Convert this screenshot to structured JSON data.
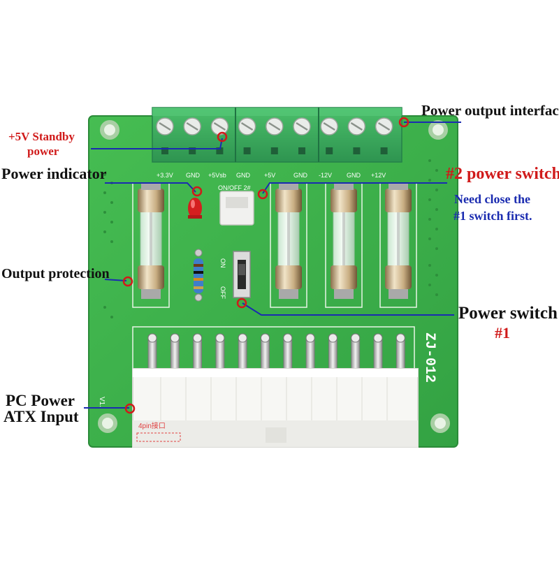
{
  "board": {
    "model": "ZJ-012",
    "connector_note": "4pin接口",
    "switch_on": "ON",
    "switch_off": "OFF",
    "header_label": "ON/OFF 2#",
    "side_mark": "V1.",
    "terminal_labels": [
      "+3.3V",
      "GND",
      "+5Vsb",
      "GND",
      "+5V",
      "GND",
      "-12V",
      "GND",
      "+12V"
    ]
  },
  "callouts": {
    "output_interface": "Power output interface",
    "standby_line1": "+5V Standby",
    "standby_line2": "power",
    "indicator": "Power indicator",
    "switch2": "#2 power switch",
    "note_line1": "Need close the",
    "note_line2": "#1 switch first.",
    "protection": "Output protection",
    "switch1_line1": "Power switch",
    "switch1_line2": "#1",
    "atx_line1": "PC Power",
    "atx_line2": "ATX Input"
  },
  "colors": {
    "pcb": "#3cb04a",
    "terminal": "#3aa85a",
    "callout_line": "#1a2bb0",
    "marker": "#d01a1a"
  }
}
